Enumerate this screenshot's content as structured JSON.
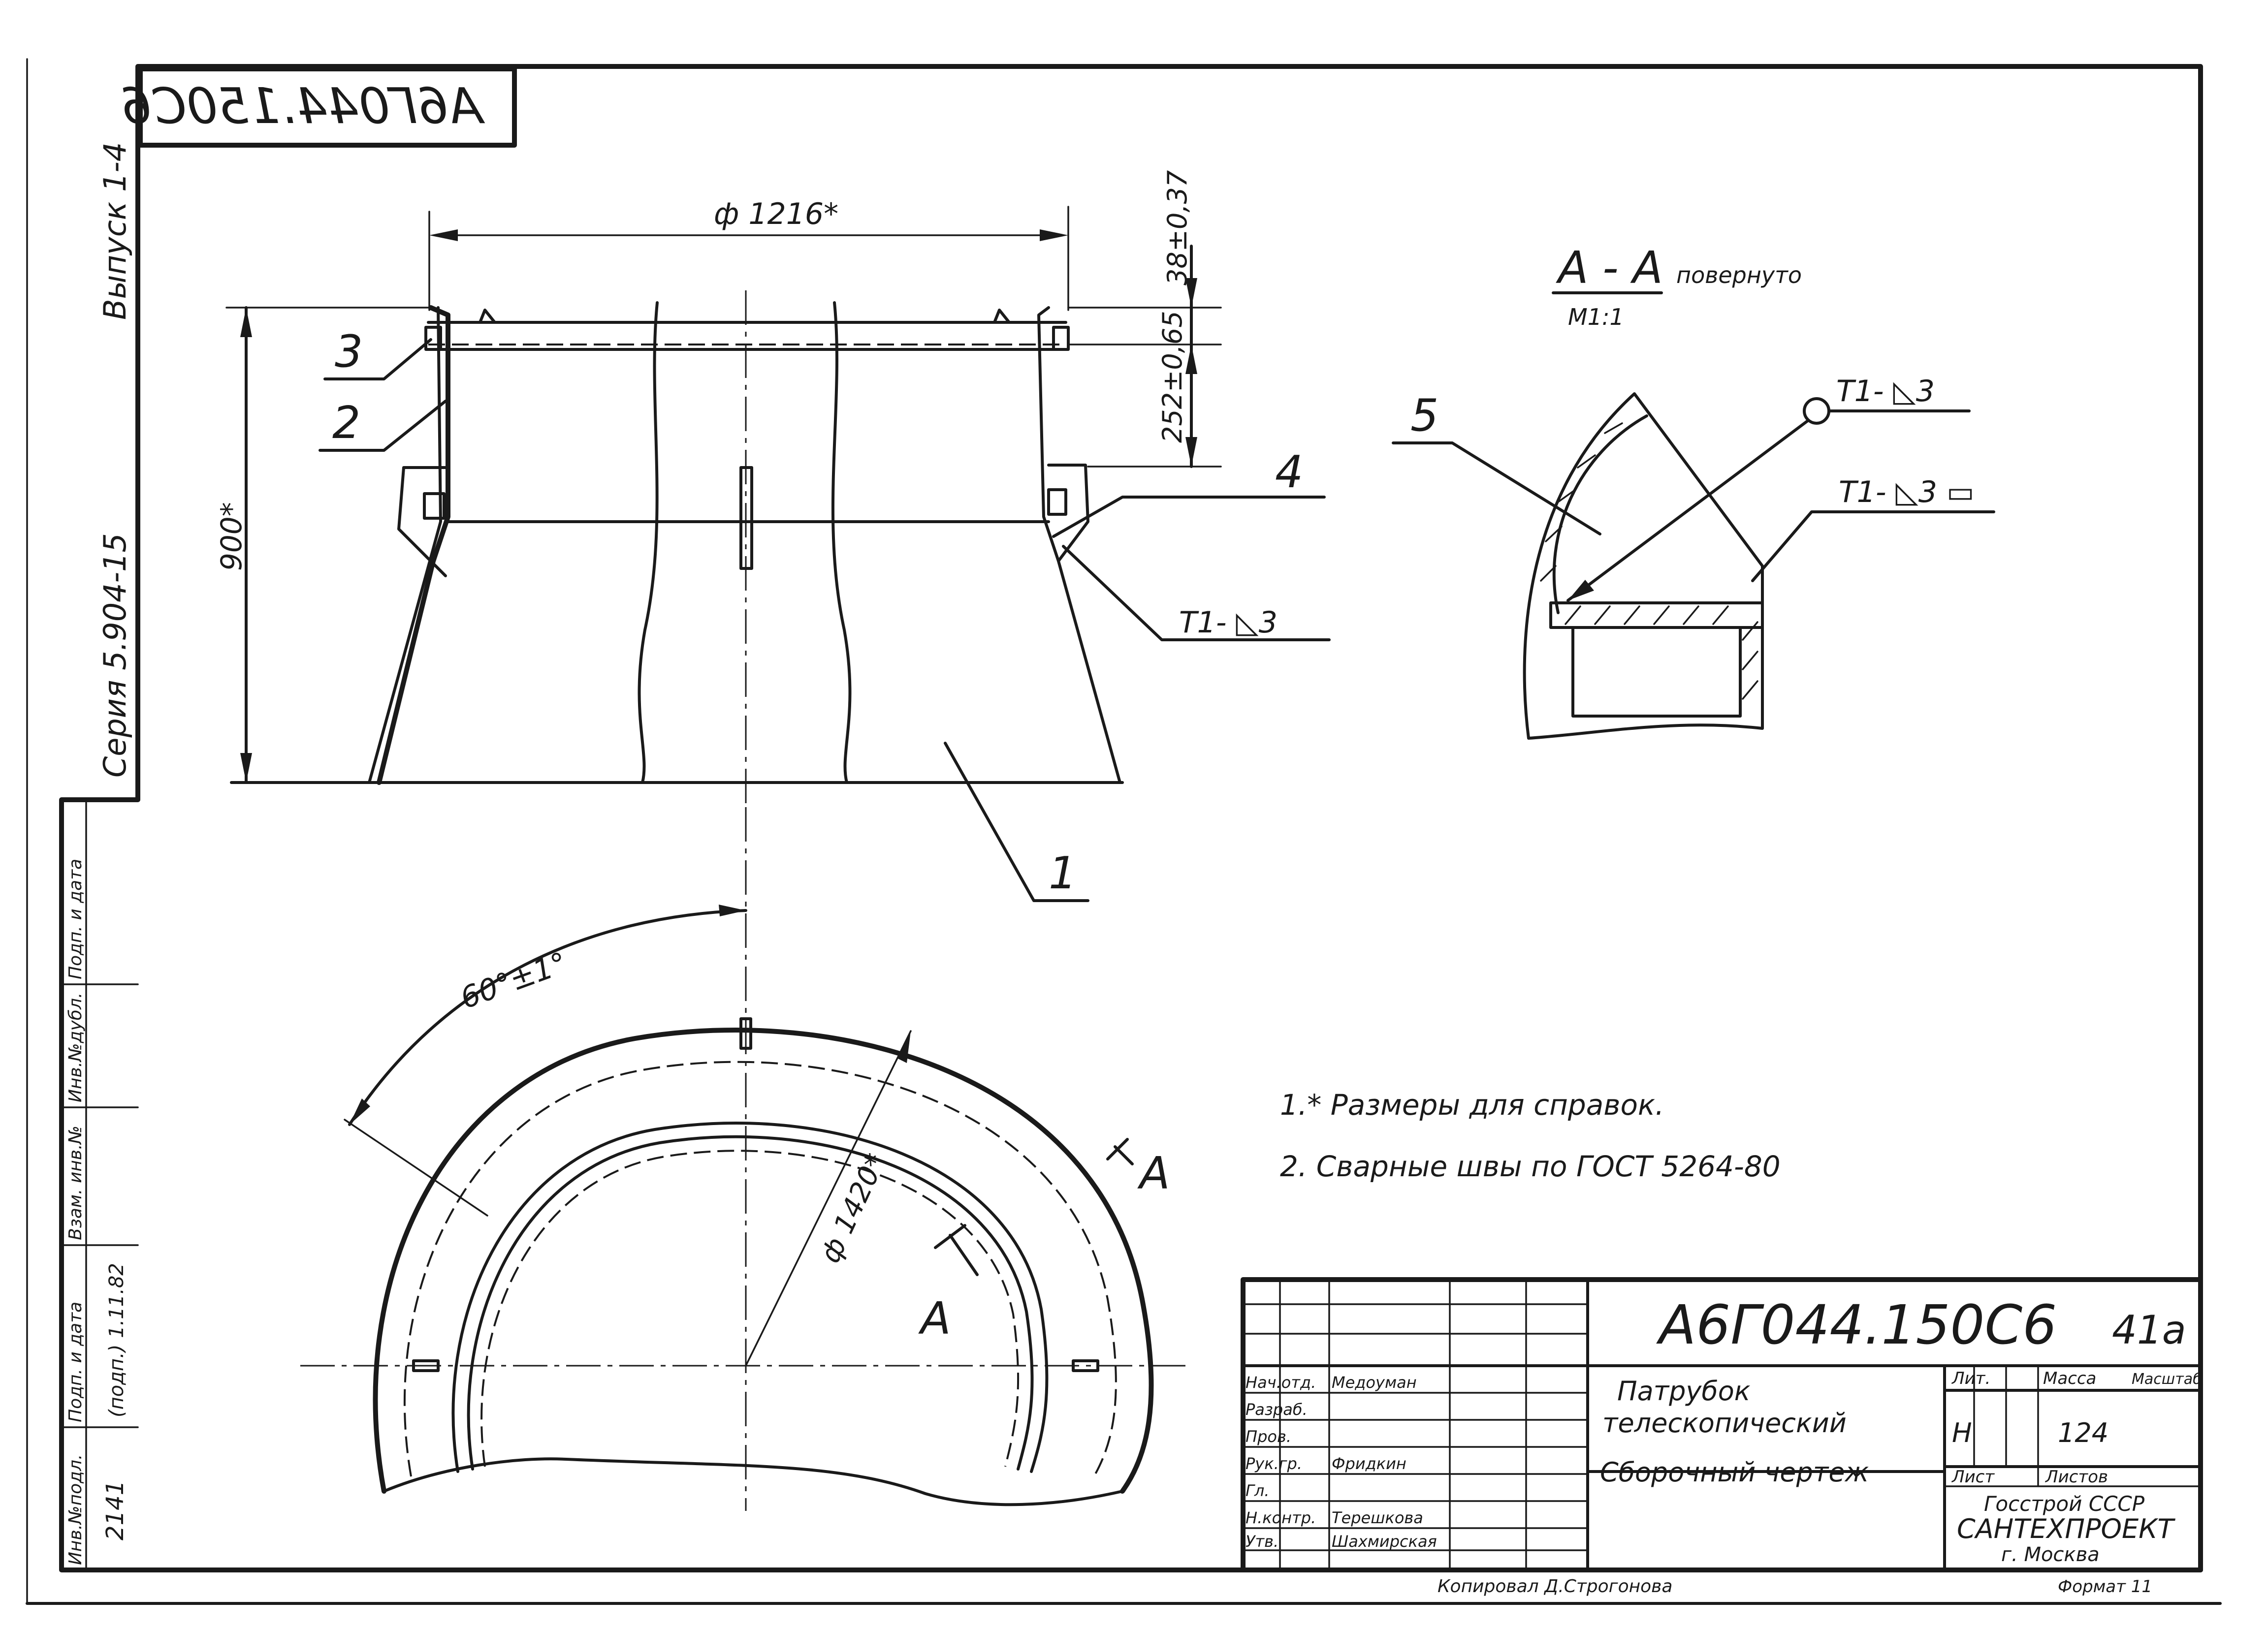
{
  "stamp": {
    "code_mirrored": "А6Г044.150С6"
  },
  "side_stamp": {
    "issue": "Выпуск 1-4",
    "series": "Серия 5.904-15",
    "labels": [
      "Инв.№подл.",
      "Подп. и дата",
      "Взам. инв.№",
      "Инв.№дубл.",
      "Подп. и дата"
    ],
    "inv_number": "2141",
    "signature_date": "(подп.) 1.11.82"
  },
  "main_view": {
    "dim_diameter_top": "ф 1216*",
    "dim_height": "900*",
    "dim_flange": "38±0,37",
    "dim_lug": "252±0,65",
    "positions": [
      "1",
      "2",
      "3",
      "4"
    ],
    "weld_mark": "Т1- ◺3"
  },
  "section_view": {
    "title": "А - А",
    "title_note": "повернуто",
    "scale": "М1:1",
    "position": "5",
    "weld_mark_1": "Т1- ◺3",
    "weld_mark_2": "Т1- ◺3 ▭"
  },
  "plan_view": {
    "angle": "60°±1°",
    "diameter": "ф 1420*",
    "section_a_1": "А",
    "section_a_2": "А"
  },
  "notes": [
    "1.* Размеры для справок.",
    "2. Сварные швы по ГОСТ 5264-80"
  ],
  "title_block": {
    "code": "А6Г044.150С6",
    "sheet_mark": "41а",
    "name_line1": "Патрубок",
    "name_line2": "телескопический",
    "name_line3": "Сборочный чертеж",
    "lit_label": "Лит.",
    "mass_label": "Масса",
    "scale_label": "Масштаб",
    "lit_value": "Н",
    "mass_value": "124",
    "sheet_label": "Лист",
    "sheets_label": "Листов",
    "org_line1": "Госстрой СССР",
    "org_line2": "САНТЕХПРОЕКТ",
    "org_line3": "г. Москва",
    "roles": [
      "Нач.отд.",
      "Разраб.",
      "Пров.",
      "Рук.гр.",
      "Гл.",
      "Н.контр.",
      "Утв."
    ],
    "names": [
      "Медоуман",
      "",
      "",
      "Фридкин",
      "",
      "Терешкова",
      "Шахмирская"
    ],
    "copied_by": "Копировал Д.Строгонова",
    "format": "Формат 11"
  }
}
